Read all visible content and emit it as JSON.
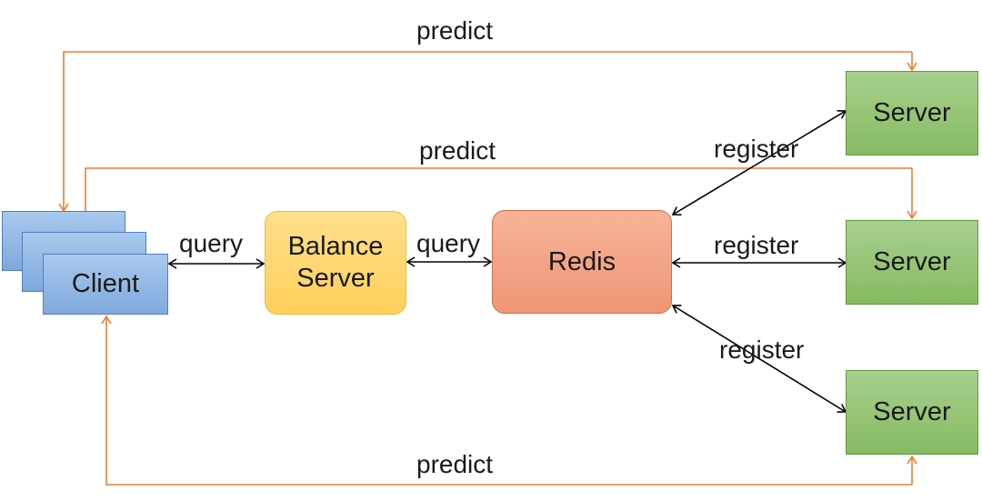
{
  "colors": {
    "predict_line": "#ed7d31",
    "link_line": "#000000",
    "client_fill": "#8fb4e3",
    "balance_fill": "#ffd966",
    "redis_fill": "#f4a582",
    "server_fill": "#93c47d"
  },
  "nodes": {
    "client": "Client",
    "balance_server": "Balance\nServer",
    "redis": "Redis",
    "server_top": "Server",
    "server_middle": "Server",
    "server_bottom": "Server"
  },
  "edges": {
    "predict_top": "predict",
    "predict_second": "predict",
    "predict_bottom": "predict",
    "query_client_balance": "query",
    "query_balance_redis": "query",
    "register_top": "register",
    "register_middle": "register",
    "register_bottom": "register"
  }
}
